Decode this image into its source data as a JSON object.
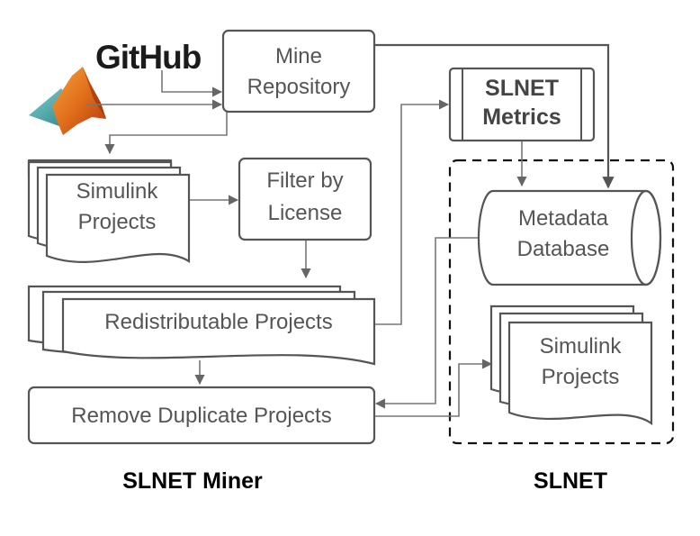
{
  "logos": {
    "github": "GitHub",
    "matlab": "matlab-membrane-icon"
  },
  "nodes": {
    "mine_repository": [
      "Mine",
      "Repository"
    ],
    "simulink_projects_source": [
      "Simulink",
      "Projects"
    ],
    "filter_by_license": [
      "Filter by",
      "License"
    ],
    "redistributable_projects": [
      "Redistributable Projects"
    ],
    "remove_duplicate_projects": [
      "Remove Duplicate Projects"
    ],
    "slnet_metrics": [
      "SLNET",
      "Metrics"
    ],
    "metadata_database": [
      "Metadata",
      "Database"
    ],
    "simulink_projects_slnet": [
      "Simulink",
      "Projects"
    ]
  },
  "captions": {
    "miner": "SLNET Miner",
    "slnet": "SLNET"
  },
  "colors": {
    "stroke": "#555555",
    "connector": "#777777",
    "text": "#555555",
    "caption": "#000000",
    "matlab_orange": "#e16f1b",
    "matlab_teal": "#3a9aa0"
  }
}
